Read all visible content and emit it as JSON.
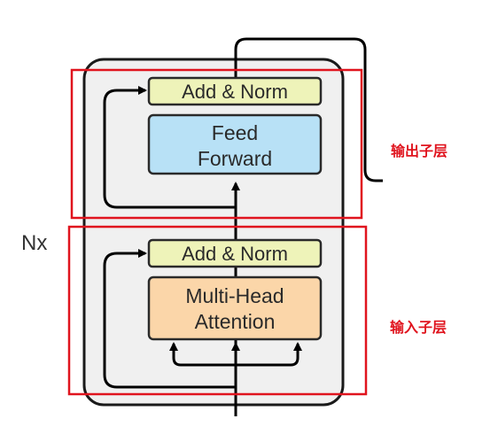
{
  "diagram": {
    "repeat_label": "Nx",
    "output_sublayer": {
      "region_label": "输出子层",
      "add_norm_label": "Add & Norm",
      "ffn_line1": "Feed",
      "ffn_line2": "Forward"
    },
    "input_sublayer": {
      "region_label": "输入子层",
      "add_norm_label": "Add & Norm",
      "attn_line1": "Multi-Head",
      "attn_line2": "Attention"
    },
    "colors": {
      "add_norm_fill": "#eef3b9",
      "ffn_fill": "#b8e1f6",
      "attn_fill": "#fbd6a9",
      "block_fill": "#f0f0f0",
      "highlight_stroke": "#e0141e",
      "line": "#000000"
    }
  }
}
